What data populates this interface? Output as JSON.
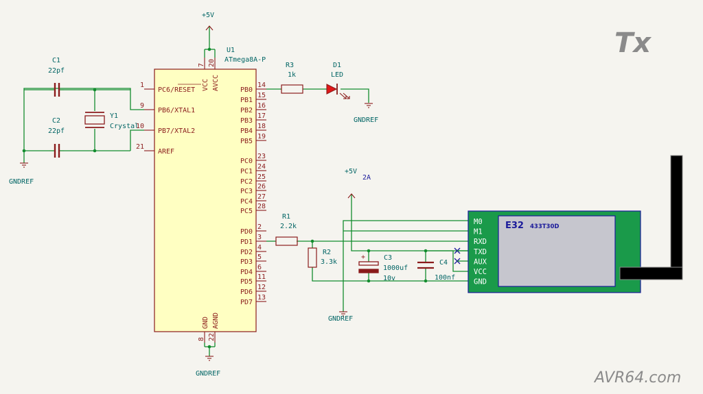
{
  "corner_title": "Tx",
  "watermark": "AVR64.com",
  "mcu": {
    "ref": "U1",
    "value": "ATmega8A-P",
    "left_pins": [
      {
        "num": "1",
        "name": "PC6/RESET"
      },
      {
        "num": "9",
        "name": "PB6/XTAL1"
      },
      {
        "num": "10",
        "name": "PB7/XTAL2"
      },
      {
        "num": "21",
        "name": "AREF"
      }
    ],
    "right_pins": [
      {
        "num": "14",
        "name": "PB0"
      },
      {
        "num": "15",
        "name": "PB1"
      },
      {
        "num": "16",
        "name": "PB2"
      },
      {
        "num": "17",
        "name": "PB3"
      },
      {
        "num": "18",
        "name": "PB4"
      },
      {
        "num": "19",
        "name": "PB5"
      },
      {
        "num": "23",
        "name": "PC0"
      },
      {
        "num": "24",
        "name": "PC1"
      },
      {
        "num": "25",
        "name": "PC2"
      },
      {
        "num": "26",
        "name": "PC3"
      },
      {
        "num": "27",
        "name": "PC4"
      },
      {
        "num": "28",
        "name": "PC5"
      },
      {
        "num": "2",
        "name": "PD0"
      },
      {
        "num": "3",
        "name": "PD1"
      },
      {
        "num": "4",
        "name": "PD2"
      },
      {
        "num": "5",
        "name": "PD3"
      },
      {
        "num": "6",
        "name": "PD4"
      },
      {
        "num": "11",
        "name": "PD5"
      },
      {
        "num": "12",
        "name": "PD6"
      },
      {
        "num": "13",
        "name": "PD7"
      }
    ],
    "top_pins": [
      {
        "num": "7",
        "name": "VCC"
      },
      {
        "num": "20",
        "name": "AVCC"
      }
    ],
    "bottom_pins": [
      {
        "num": "8",
        "name": "GND"
      },
      {
        "num": "22",
        "name": "AGND"
      }
    ]
  },
  "components": {
    "c1": {
      "ref": "C1",
      "value": "22pf"
    },
    "c2": {
      "ref": "C2",
      "value": "22pf"
    },
    "y1": {
      "ref": "Y1",
      "value": "Crystal"
    },
    "r3": {
      "ref": "R3",
      "value": "1k"
    },
    "d1": {
      "ref": "D1",
      "value": "LED"
    },
    "r1": {
      "ref": "R1",
      "value": "2.2k"
    },
    "r2": {
      "ref": "R2",
      "value": "3.3k"
    },
    "c3": {
      "ref": "C3",
      "value": "1000uf",
      "voltage": "10v",
      "polarity": "+"
    },
    "c4": {
      "ref": "C4",
      "value": "100nf"
    }
  },
  "power": {
    "vcc_top": "+5V",
    "vcc_mid": "+5V",
    "vcc_mid_note": "2A",
    "gnd_crystal": "GNDREF",
    "gnd_led": "GNDREF",
    "gnd_mcu": "GNDREF",
    "gnd_module": "GNDREF"
  },
  "module": {
    "name": "E32",
    "model": "433T30D",
    "pins": [
      "M0",
      "M1",
      "RXD",
      "TXD",
      "AUX",
      "VCC",
      "GND"
    ]
  },
  "colors": {
    "background": "#f5f4ef",
    "wire": "#128c2d",
    "symbol_outline": "#8a1b1b",
    "ic_fill": "#ffffc2",
    "module_pcb": "#1a9a4a",
    "module_shield": "#c6c6ce",
    "antenna": "#000000",
    "label_text": "#8a1b1b",
    "ref_text": "#006464",
    "led": "#e01818"
  }
}
